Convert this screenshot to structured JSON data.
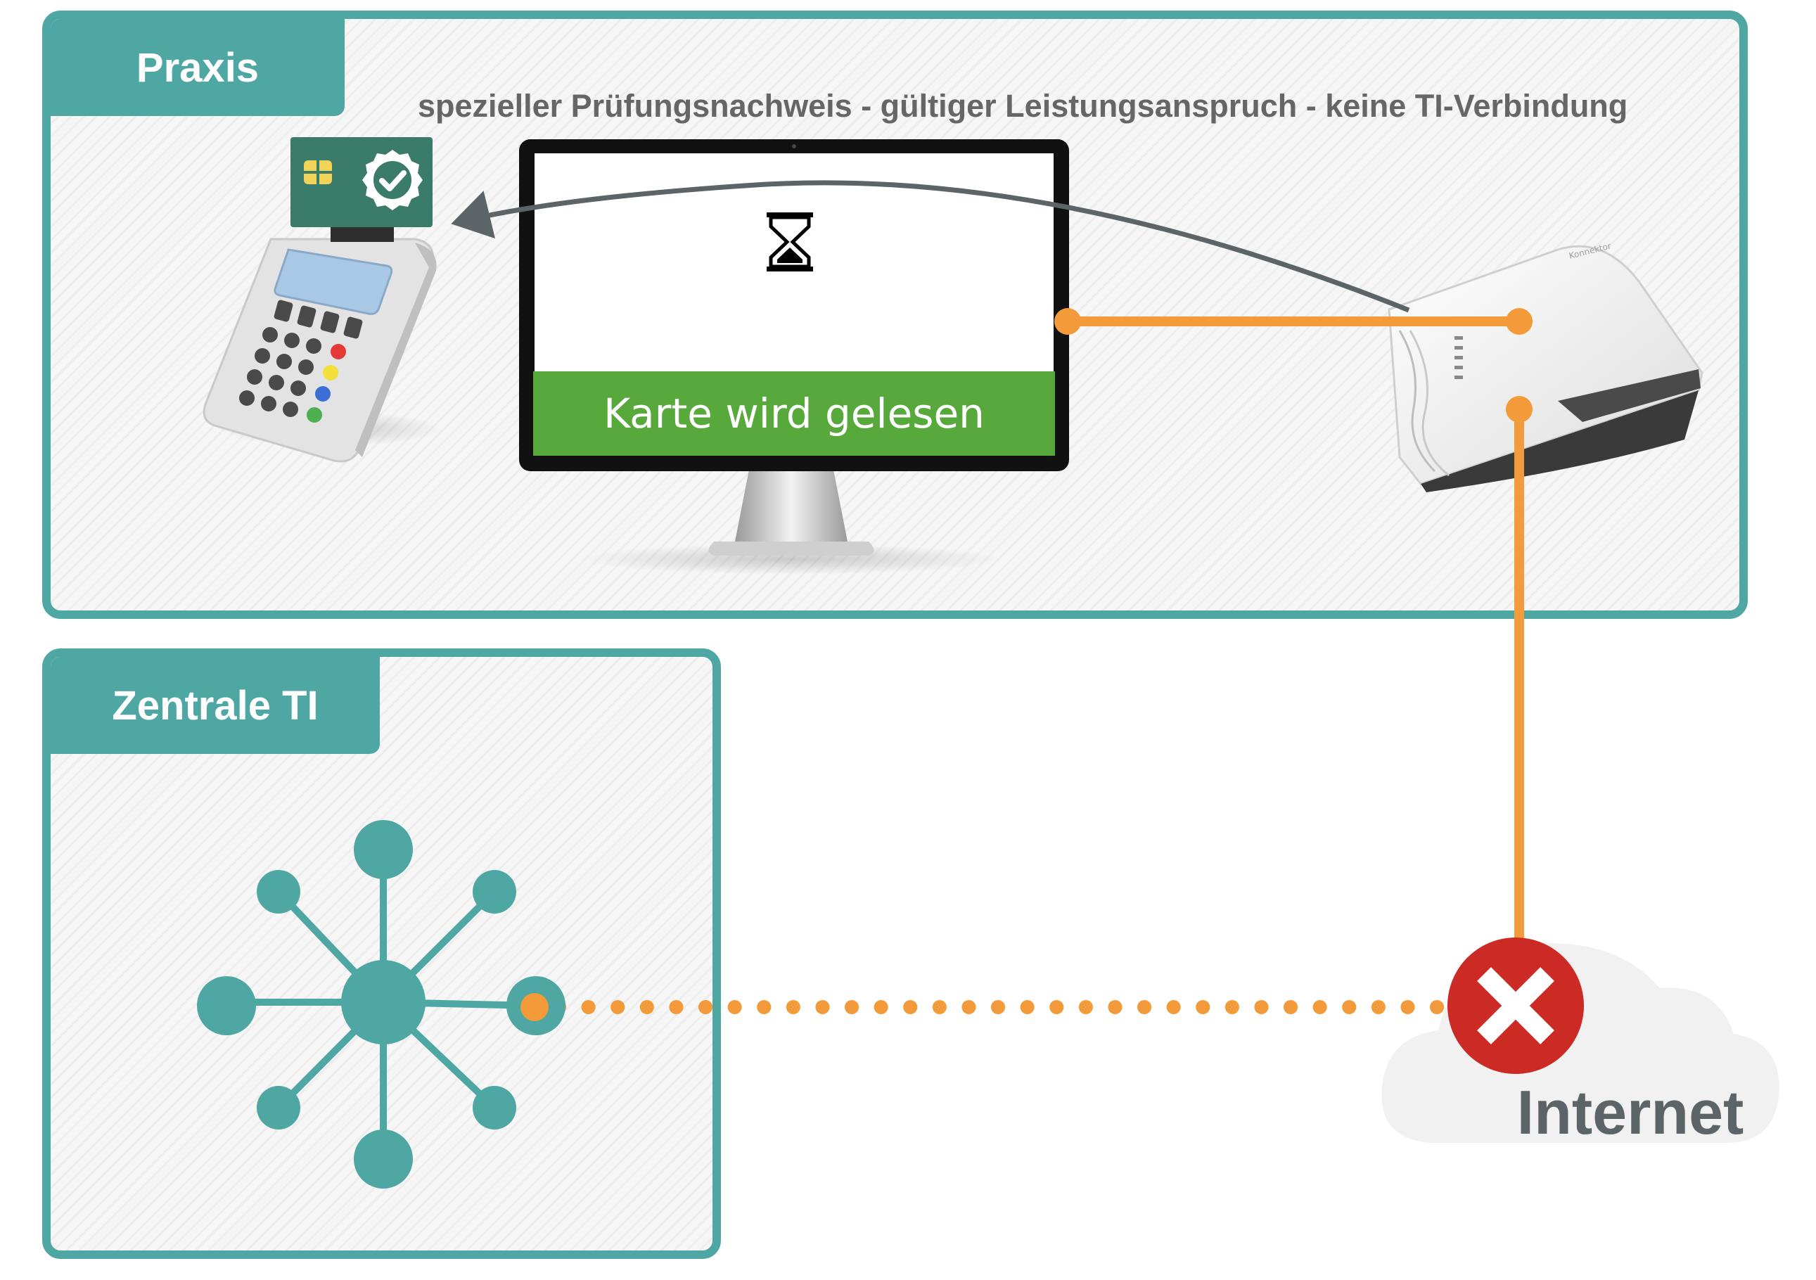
{
  "praxis": {
    "tab_label": "Praxis",
    "subtitle": "spezieller Prüfungsnachweis - gültiger Leistungsanspruch - keine TI-Verbindung"
  },
  "monitor": {
    "status_label": "Karte wird gelesen",
    "status_color": "#57a93b",
    "screen_icon": "hourglass-icon"
  },
  "card_reader": {
    "card_icon": "chip-card-icon",
    "badge_icon": "check-badge-icon"
  },
  "connector": {
    "brand_label": "Konnektor"
  },
  "zentrale_ti": {
    "tab_label": "Zentrale TI",
    "network_icon": "network-hub-icon"
  },
  "internet": {
    "label": "Internet",
    "status_icon": "error-x-icon",
    "status_color": "#cc2b25"
  },
  "colors": {
    "panel_border": "#4fa7a3",
    "connection_line": "#f39a3a",
    "arrow": "#5d6468"
  }
}
